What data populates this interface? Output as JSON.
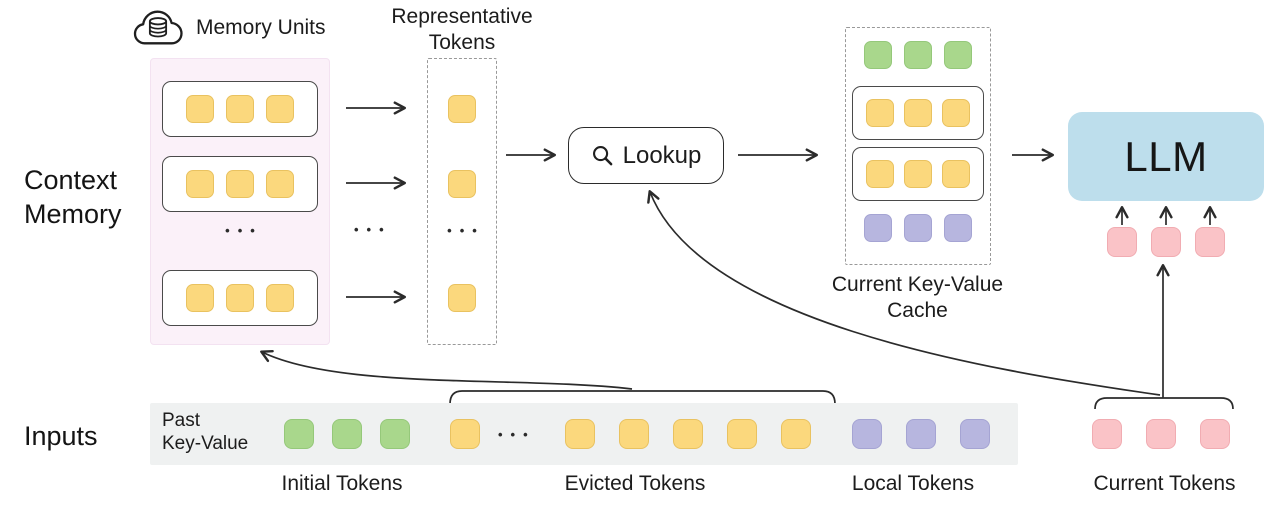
{
  "labels": {
    "memory_units": "Memory Units",
    "context_memory_line1": "Context",
    "context_memory_line2": "Memory",
    "representative_line1": "Representative",
    "representative_line2": "Tokens",
    "lookup": "Lookup",
    "kv_cache_line1": "Current Key-Value",
    "kv_cache_line2": "Cache",
    "llm": "LLM",
    "inputs": "Inputs",
    "past_kv_line1": "Past",
    "past_kv_line2": "Key-Value",
    "initial_tokens": "Initial Tokens",
    "evicted_tokens": "Evicted Tokens",
    "local_tokens": "Local Tokens",
    "current_tokens": "Current Tokens",
    "ellipsis": "•••"
  },
  "colors": {
    "yellow": "#FBD87D",
    "green": "#A9D78C",
    "purple": "#B7B6DF",
    "pink": "#FAC3C7",
    "llm_blue": "#BDDEEC",
    "memory_bg": "#FBF1F9",
    "band_bg": "#EFF1F1"
  },
  "tokens": {
    "memory_unit_row": {
      "count": 3,
      "color": "yellow"
    },
    "representative_single": {
      "count": 1,
      "color": "yellow"
    },
    "cache_green_row": {
      "count": 3,
      "color": "green"
    },
    "cache_yellow_row": {
      "count": 3,
      "color": "yellow"
    },
    "cache_purple_row": {
      "count": 3,
      "color": "purple"
    },
    "llm_input_row": {
      "count": 3,
      "color": "pink"
    },
    "initial_row": {
      "count": 3,
      "color": "green"
    },
    "evicted_head": {
      "count": 1,
      "color": "yellow"
    },
    "evicted_tail": {
      "count": 5,
      "color": "yellow"
    },
    "local_row": {
      "count": 3,
      "color": "purple"
    },
    "current_row": {
      "count": 3,
      "color": "pink"
    }
  },
  "icons": {
    "memory_cloud_icon": "cloud-with-database-cylinder",
    "search_icon": "magnifying-glass"
  }
}
